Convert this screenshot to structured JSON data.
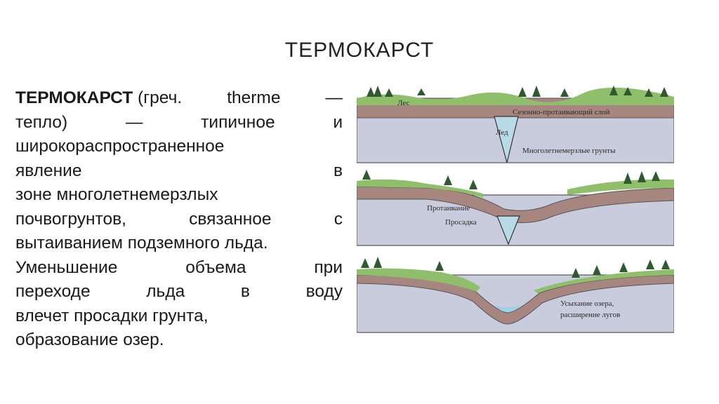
{
  "slide": {
    "title": "ТЕРМОКАРСТ"
  },
  "body": {
    "term": "ТЕРМОКАРСТ",
    "line1": [
      "(греч.",
      "therme",
      "—"
    ],
    "line2": [
      "тепло)",
      "—",
      "типичное",
      "и"
    ],
    "line3": "широкораспространенное",
    "line4": [
      "явление",
      "в"
    ],
    "line5": "зоне многолетнемерзлых",
    "line6": [
      "почвогрунтов,",
      "связанное",
      "с"
    ],
    "line7": "вытаиванием подземного льда.",
    "line8": [
      "Уменьшение",
      "объема",
      "при"
    ],
    "line9": [
      "переходе",
      "льда",
      "в",
      "воду"
    ],
    "line10": "влечет просадки грунта,",
    "line11": "образование озер."
  },
  "figure": {
    "panel1": {
      "forest": "Лес",
      "active_layer": "Сезонно-протаивающий слой",
      "ice": "Лед",
      "permafrost": "Многолетнемерзлые грунты"
    },
    "panel2": {
      "thaw": "Протаивание",
      "subsidence": "Просадка"
    },
    "panel3": {
      "caption1": "Усыхание озера,",
      "caption2": "расширение лугов"
    }
  }
}
